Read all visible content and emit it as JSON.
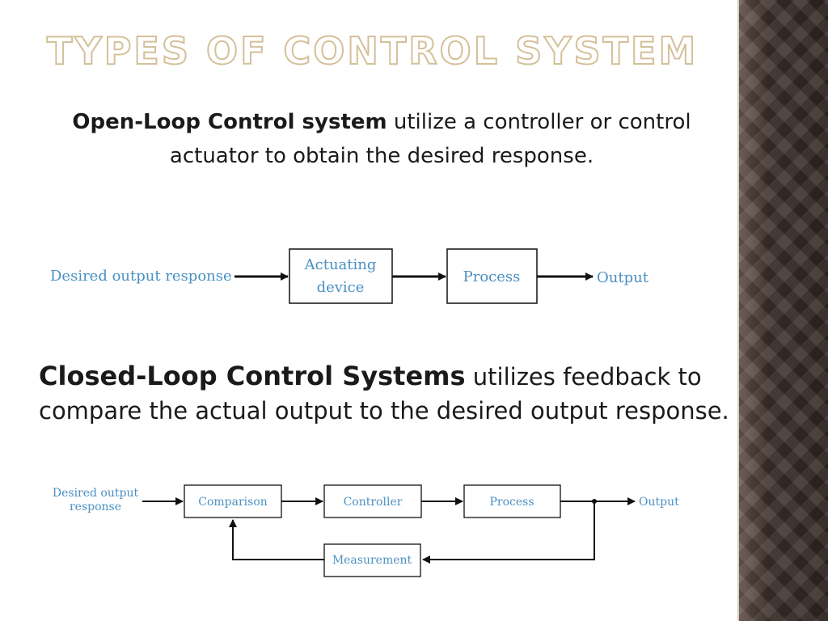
{
  "slide": {
    "title": "Types of Control System",
    "open_loop": {
      "term": "Open-Loop Control system",
      "description": "utilize a controller or control actuator to obtain the desired response."
    },
    "closed_loop": {
      "term": "Closed-Loop Control Systems",
      "description": "utilizes feedback to compare the actual output to the desired output response."
    }
  },
  "open_diagram": {
    "input_label": "Desired output response",
    "block1_line1": "Actuating",
    "block1_line2": "device",
    "block2": "Process",
    "output_label": "Output"
  },
  "closed_diagram": {
    "input_line1": "Desired output",
    "input_line2": "response",
    "block1": "Comparison",
    "block2": "Controller",
    "block3": "Process",
    "output_label": "Output",
    "feedback_block": "Measurement"
  },
  "colors": {
    "title_outline": "#d4c09a",
    "diagram_text": "#4a90c2",
    "side_band": "#4a3b35"
  }
}
